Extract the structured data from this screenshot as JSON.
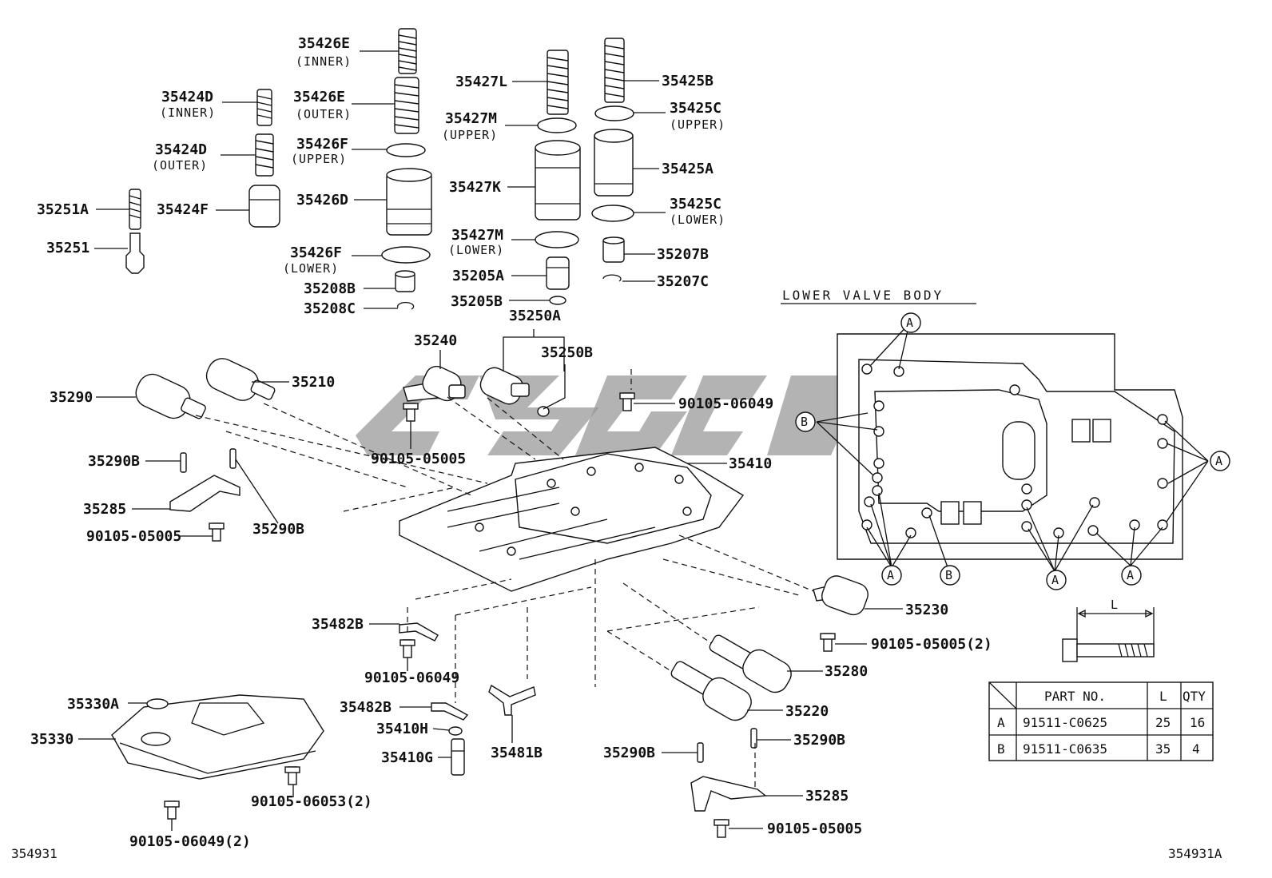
{
  "callouts": [
    {
      "id": "35426E_inner",
      "text": "35426E",
      "sub": "(INNER)"
    },
    {
      "id": "35424D_inner",
      "text": "35424D",
      "sub": "(INNER)"
    },
    {
      "id": "35426E_outer",
      "text": "35426E",
      "sub": "(OUTER)"
    },
    {
      "id": "35426F_upper",
      "text": "35426F",
      "sub": "(UPPER)"
    },
    {
      "id": "35424D_outer",
      "text": "35424D",
      "sub": "(OUTER)"
    },
    {
      "id": "35251A",
      "text": "35251A"
    },
    {
      "id": "35424F",
      "text": "35424F"
    },
    {
      "id": "35426D",
      "text": "35426D"
    },
    {
      "id": "35251",
      "text": "35251"
    },
    {
      "id": "35426F_lower",
      "text": "35426F",
      "sub": "(LOWER)"
    },
    {
      "id": "35208B",
      "text": "35208B"
    },
    {
      "id": "35208C",
      "text": "35208C"
    },
    {
      "id": "35427L",
      "text": "35427L"
    },
    {
      "id": "35427M_upper",
      "text": "35427M",
      "sub": "(UPPER)"
    },
    {
      "id": "35427K",
      "text": "35427K"
    },
    {
      "id": "35427M_lower",
      "text": "35427M",
      "sub": "(LOWER)"
    },
    {
      "id": "35205A",
      "text": "35205A"
    },
    {
      "id": "35205B",
      "text": "35205B"
    },
    {
      "id": "35425B",
      "text": "35425B"
    },
    {
      "id": "35425C_upper",
      "text": "35425C",
      "sub": "(UPPER)"
    },
    {
      "id": "35425A",
      "text": "35425A"
    },
    {
      "id": "35425C_lower",
      "text": "35425C",
      "sub": "(LOWER)"
    },
    {
      "id": "35207B",
      "text": "35207B"
    },
    {
      "id": "35207C",
      "text": "35207C"
    },
    {
      "id": "35250A",
      "text": "35250A"
    },
    {
      "id": "35240",
      "text": "35240"
    },
    {
      "id": "35250B",
      "text": "35250B"
    },
    {
      "id": "35290",
      "text": "35290"
    },
    {
      "id": "35210",
      "text": "35210"
    },
    {
      "id": "90105-06049_top",
      "text": "90105-06049"
    },
    {
      "id": "90105-05005_mid",
      "text": "90105-05005"
    },
    {
      "id": "35410",
      "text": "35410"
    },
    {
      "id": "35290B_l1",
      "text": "35290B"
    },
    {
      "id": "35285_l",
      "text": "35285"
    },
    {
      "id": "35290B_l2",
      "text": "35290B"
    },
    {
      "id": "90105-05005_l",
      "text": "90105-05005"
    },
    {
      "id": "35482B_1",
      "text": "35482B"
    },
    {
      "id": "90105-06049_mid",
      "text": "90105-06049"
    },
    {
      "id": "35482B_2",
      "text": "35482B"
    },
    {
      "id": "35410H",
      "text": "35410H"
    },
    {
      "id": "35410G",
      "text": "35410G"
    },
    {
      "id": "35481B",
      "text": "35481B"
    },
    {
      "id": "35230",
      "text": "35230"
    },
    {
      "id": "90105-05005_2",
      "text": "90105-05005(2)"
    },
    {
      "id": "35280",
      "text": "35280"
    },
    {
      "id": "35220",
      "text": "35220"
    },
    {
      "id": "35290B_r",
      "text": "35290B"
    },
    {
      "id": "35290B_r2",
      "text": "35290B"
    },
    {
      "id": "35285_r",
      "text": "35285"
    },
    {
      "id": "90105-05005_r",
      "text": "90105-05005"
    },
    {
      "id": "35330A",
      "text": "35330A"
    },
    {
      "id": "35330",
      "text": "35330"
    },
    {
      "id": "90105-06053",
      "text": "90105-06053(2)"
    },
    {
      "id": "90105-06049_bot",
      "text": "90105-06049(2)"
    }
  ],
  "lower_valve_body": {
    "title": "LOWER VALVE BODY",
    "markers": [
      "A",
      "B",
      "A",
      "B",
      "A",
      "A",
      "A"
    ]
  },
  "bolt_dim_label": "L",
  "parts_table": {
    "headers": [
      "PART NO.",
      "L",
      "QTY"
    ],
    "rows": [
      {
        "key": "A",
        "part_no": "91511-C0625",
        "l": "25",
        "qty": "16"
      },
      {
        "key": "B",
        "part_no": "91511-C0635",
        "l": "35",
        "qty": "4"
      }
    ]
  },
  "footer": {
    "left_code": "354931",
    "right_code": "354931A"
  }
}
